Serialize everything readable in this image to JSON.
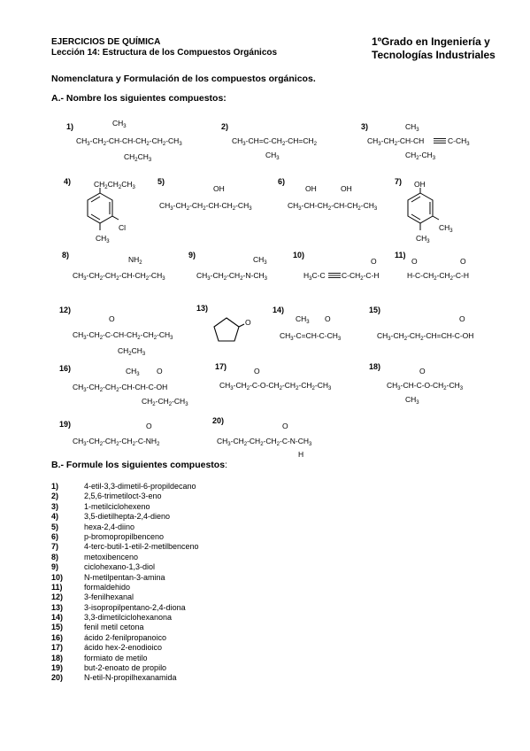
{
  "header": {
    "left_line1": "EJERCICIOS DE QUÍMICA",
    "left_line2": "Lección 14: Estructura de los Compuestos Orgánicos",
    "right_line1": "1ºGrado en Ingeniería y",
    "right_line2": "Tecnologías Industriales"
  },
  "subtitle": "Nomenclatura y Formulación de los compuestos orgánicos.",
  "sectionA": "A.- Nombre los siguientes compuestos:",
  "sectionB_bold": "B.- Formule los siguientes compuestos",
  "sectionB_rest": ":",
  "numbers": [
    "1)",
    "2)",
    "3)",
    "4)",
    "5)",
    "6)",
    "7)",
    "8)",
    "9)",
    "10)",
    "11)",
    "12)",
    "13)",
    "14)",
    "15)",
    "16)",
    "17)",
    "18)",
    "19)",
    "20)"
  ],
  "formulas": {
    "f1_top": "CH3",
    "f1_main": "CH3-CH2-CH-CH-CH2-CH2-CH3",
    "f1_bot": "CH2CH3",
    "f2_main": "CH3-CH=C-CH2-CH=CH2",
    "f2_bot": "CH3",
    "f3_top": "CH3",
    "f3_main": "CH3-CH2-CH-CH",
    "f3_tail": "C-CH3",
    "f3_bot": "CH2-CH3",
    "f4_top": "CH2CH2CH3",
    "f4_cl": "Cl",
    "f4_bot": "CH3",
    "f5_top": "OH",
    "f5_main": "CH3-CH2-CH2-CH-CH2-CH3",
    "f6_top1": "OH",
    "f6_top2": "OH",
    "f6_main": "CH3-CH-CH2-CH-CH2-CH3",
    "f7_top": "OH",
    "f7_r": "CH3",
    "f7_bot": "CH3",
    "f8_top": "NH2",
    "f8_main": "CH3-CH2-CH2-CH-CH2-CH3",
    "f9_top": "CH3",
    "f9_main": "CH3-CH2-CH2-N-CH3",
    "f10_o": "O",
    "f10_main": "H3C-C",
    "f10_mid": "C-CH2-C-H",
    "f11_o1": "O",
    "f11_o2": "O",
    "f11_main": "H-C-CH2-CH2-C-H",
    "f12_o": "O",
    "f12_main": "CH3-CH2-C-CH-CH2-CH2-CH3",
    "f12_bot": "CH2CH3",
    "f13_o": "O",
    "f14_top1": "CH3",
    "f14_top2": "O",
    "f14_main": "CH3-C=CH-C-CH3",
    "f15_o": "O",
    "f15_main": "CH3-CH2-CH2-CH=CH-C-OH",
    "f16_top1": "CH3",
    "f16_top2": "O",
    "f16_main": "CH3-CH2-CH2-CH-CH-C-OH",
    "f16_bot": "CH2-CH2-CH3",
    "f17_o": "O",
    "f17_main": "CH3-CH2-C-O-CH2-CH2-CH2-CH3",
    "f18_o": "O",
    "f18_main": "CH3-CH-C-O-CH2-CH3",
    "f18_bot": "CH3",
    "f19_o": "O",
    "f19_main": "CH3-CH2-CH2-CH2-C-NH2",
    "f20_o": "O",
    "f20_main": "CH3-CH2-CH2-CH2-C-N-CH3",
    "f20_bot": "H"
  },
  "listB": [
    {
      "n": "1)",
      "t": "4-etil-3,3-dimetil-6-propildecano"
    },
    {
      "n": "2)",
      "t": "2,5,6-trimetiloct-3-eno"
    },
    {
      "n": "3)",
      "t": "1-metilciclohexeno"
    },
    {
      "n": "4)",
      "t": "3,5-dietilhepta-2,4-dieno"
    },
    {
      "n": "5)",
      "t": "hexa-2,4-diino"
    },
    {
      "n": "6)",
      "t": "p-bromopropilbenceno"
    },
    {
      "n": "7)",
      "t": "4-terc-butil-1-etil-2-metilbenceno"
    },
    {
      "n": "8)",
      "t": "metoxibenceno"
    },
    {
      "n": "9)",
      "t": "ciclohexano-1,3-diol"
    },
    {
      "n": "10)",
      "t": "N-metilpentan-3-amina"
    },
    {
      "n": "11)",
      "t": "formaldehido"
    },
    {
      "n": "12)",
      "t": "3-fenilhexanal"
    },
    {
      "n": "13)",
      "t": "3-isopropilpentano-2,4-diona"
    },
    {
      "n": "14)",
      "t": "3,3-dimetilciclohexanona"
    },
    {
      "n": "15)",
      "t": "fenil metil cetona"
    },
    {
      "n": "16)",
      "t": "ácido 2-fenilpropanoico"
    },
    {
      "n": "17)",
      "t": "ácido hex-2-enodioico"
    },
    {
      "n": "18)",
      "t": "formiato de metilo"
    },
    {
      "n": "19)",
      "t": "but-2-enoato de propilo"
    },
    {
      "n": "20)",
      "t": "N-etil-N-propilhexanamida"
    }
  ]
}
